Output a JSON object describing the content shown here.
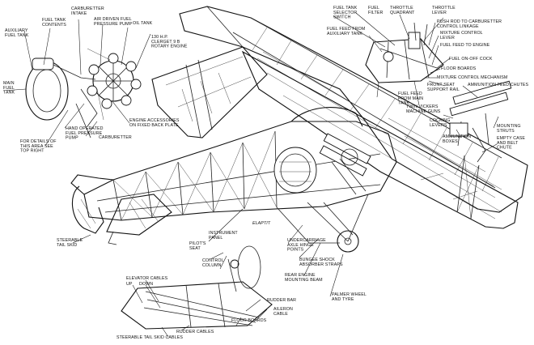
{
  "callouts": {
    "auxiliary_fuel_tank": [
      "AUXILIARY",
      "FUEL TANK"
    ],
    "fuel_tank_contents": [
      "FUEL TANK",
      "CONTENTS"
    ],
    "carburettor_intake": [
      "CARBURETTER",
      "INTAKE"
    ],
    "air_driven_fuel_pressure_pump": [
      "AIR DRIVEN FUEL",
      "PRESSURE PUMP"
    ],
    "oil_tank": [
      "OIL TANK"
    ],
    "engine": [
      "130 H.P.",
      "CLERGET 9 B",
      "ROTARY ENGINE"
    ],
    "main_fuel_tank": [
      "MAIN",
      "FUEL",
      "TANK"
    ],
    "engine_accessories": [
      "ENGINE ACCESSORIES",
      "ON FIXED BACK PLATE"
    ],
    "hand_operated_pump": [
      "HAND OPERATED",
      "FUEL PRESSURE",
      "PUMP"
    ],
    "carburettor": [
      "CARBURETTER"
    ],
    "details_note": [
      "FOR DETAILS OF",
      "THIS AREA SEE",
      "TOP RIGHT"
    ],
    "fuel_tank_selector_switch": [
      "FUEL TANK",
      "SELECTOR",
      "SWITCH"
    ],
    "fuel_filter": [
      "FUEL",
      "FILTER"
    ],
    "throttle_quadrant": [
      "THROTTLE",
      "QUADRANT"
    ],
    "throttle_lever": [
      "THROTTLE",
      "LEVER"
    ],
    "push_rod": [
      "PUSH ROD TO CARBURETTER",
      "CONTROL LINKAGE"
    ],
    "fuel_feed_aux": [
      "FUEL FEED FROM",
      "AUXILIARY TANK"
    ],
    "mixture_control_lever": [
      "MIXTURE CONTROL",
      "LEVER"
    ],
    "fuel_feed_engine": [
      "FUEL FEED TO ENGINE"
    ],
    "fuel_cock": [
      "FUEL ON-OFF COCK"
    ],
    "floor_boards_top": [
      "FLOOR BOARDS"
    ],
    "mixture_mechanism": [
      "MIXTURE CONTROL MECHANISM"
    ],
    "front_seat_rail": [
      "FRONT SEAT",
      "SUPPORT RAIL"
    ],
    "ammunition_chutes": [
      "AMMUNITION FEED CHUTES"
    ],
    "fuel_feed_main": [
      "FUEL FEED",
      "FROM MAIN",
      "TANK"
    ],
    "twin_vickers": [
      "TWIN VICKERS",
      "MACHINE GUNS"
    ],
    "cocking_levers": [
      "COCKING",
      "LEVERS"
    ],
    "mounting_struts": [
      "MOUNTING",
      "STRUTS"
    ],
    "ammunition_boxes": [
      "AMMUNITION",
      "BOXES"
    ],
    "empty_case_chute": [
      "EMPTY CASE",
      "AND BELT",
      "CHUTE"
    ],
    "steerable_tail_skid": [
      "STEERABLE",
      "TAIL SKID"
    ],
    "instrument_panel": [
      "INSTRUMENT",
      "PANEL"
    ],
    "pilots_seat": [
      "PILOT'S",
      "SEAT"
    ],
    "control_column": [
      "CONTROL",
      "COLUMN"
    ],
    "undercarriage_points": [
      "UNDERCARRIAGE",
      "AXLE HINGE",
      "POINTS"
    ],
    "bungee_straps": [
      "BUNGEE SHOCK",
      "ABSORBER STRAPS"
    ],
    "rear_engine_beam": [
      "REAR ENGINE",
      "MOUNTING BEAM"
    ],
    "palmer_wheel": [
      "PALMER WHEEL",
      "AND TYRE"
    ],
    "elevator_cables": [
      "ELEVATOR CABLES"
    ],
    "elevator_up": [
      "UP"
    ],
    "elevator_down": [
      "DOWN"
    ],
    "rudder_bar": [
      "RUDDER BAR"
    ],
    "aileron_cable": [
      "AILERON",
      "CABLE"
    ],
    "floor_boards_bottom": [
      "FLOOR BOARDS"
    ],
    "rudder_cables": [
      "RUDDER CABLES"
    ],
    "tail_skid_cables": [
      "STEERABLE TAIL SKID CABLES"
    ]
  },
  "signature": "ELAPTIT"
}
